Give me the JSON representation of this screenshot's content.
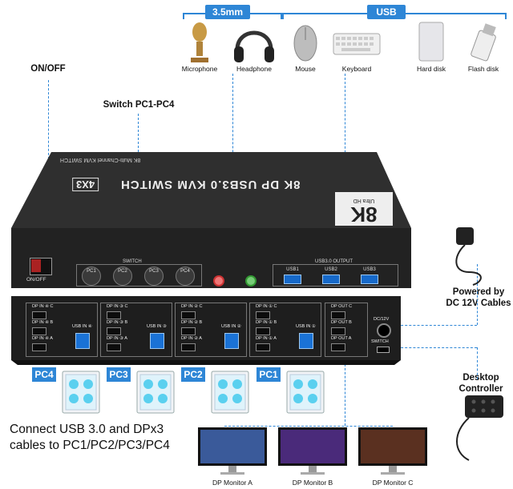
{
  "header": {
    "audio_tag": "3.5mm",
    "usb_tag": "USB",
    "audio_devices": [
      {
        "label": "Microphone",
        "icon": "microphone-icon"
      },
      {
        "label": "Headphone",
        "icon": "headphone-icon"
      }
    ],
    "usb_devices": [
      {
        "label": "Mouse",
        "icon": "mouse-icon"
      },
      {
        "label": "Keyboard",
        "icon": "keyboard-icon"
      },
      {
        "label": "Hard disk",
        "icon": "hard-disk-icon"
      },
      {
        "label": "Flash disk",
        "icon": "flash-disk-icon"
      }
    ]
  },
  "callouts": {
    "on_off": "ON/OFF",
    "switch_pc": "Switch PC1-PC4",
    "power": "Powered by\nDC 12V Cables",
    "controller": "Desktop\nController",
    "connect": "Connect USB 3.0 and DPx3\ncables to PC1/PC2/PC3/PC4"
  },
  "device": {
    "top_label": "8K Multi-Channel KVM SWITCH",
    "model": "8K DP USB3.0 KVM SWITCH",
    "model_badge": "4X3",
    "hd_badge": "8K",
    "hd_sub": "Ultra HD",
    "switch_caption": "SWITCH",
    "pc_buttons": [
      "PC1",
      "PC2",
      "PC3",
      "PC4"
    ],
    "usb_output_caption": "USB3.0 OUTPUT",
    "usb_ports": [
      "USB1",
      "USB2",
      "USB3"
    ],
    "power_switch": "ON/OFF",
    "back_groups": [
      {
        "dp": [
          "DP IN ④ C",
          "DP IN ④ B",
          "DP IN ④ A"
        ],
        "usb": "USB IN ④"
      },
      {
        "dp": [
          "DP IN ③ C",
          "DP IN ③ B",
          "DP IN ③ A"
        ],
        "usb": "USB IN ③"
      },
      {
        "dp": [
          "DP IN ② C",
          "DP IN ② B",
          "DP IN ② A"
        ],
        "usb": "USB IN ②"
      },
      {
        "dp": [
          "DP IN ① C",
          "DP IN ① B",
          "DP IN ① A"
        ],
        "usb": "USB IN ①"
      }
    ],
    "dp_out": [
      "DP OUT C",
      "DP OUT B",
      "DP OUT A"
    ],
    "dc_label": "DC/12V",
    "switch_port_label": "SWITCH"
  },
  "pcs": [
    "PC4",
    "PC3",
    "PC2",
    "PC1"
  ],
  "monitors": [
    "DP Monitor A",
    "DP Monitor B",
    "DP Monitor C"
  ],
  "colors": {
    "accent": "#2e86d6",
    "device": "#2b2b2b",
    "usb_blue": "#1669c9"
  }
}
